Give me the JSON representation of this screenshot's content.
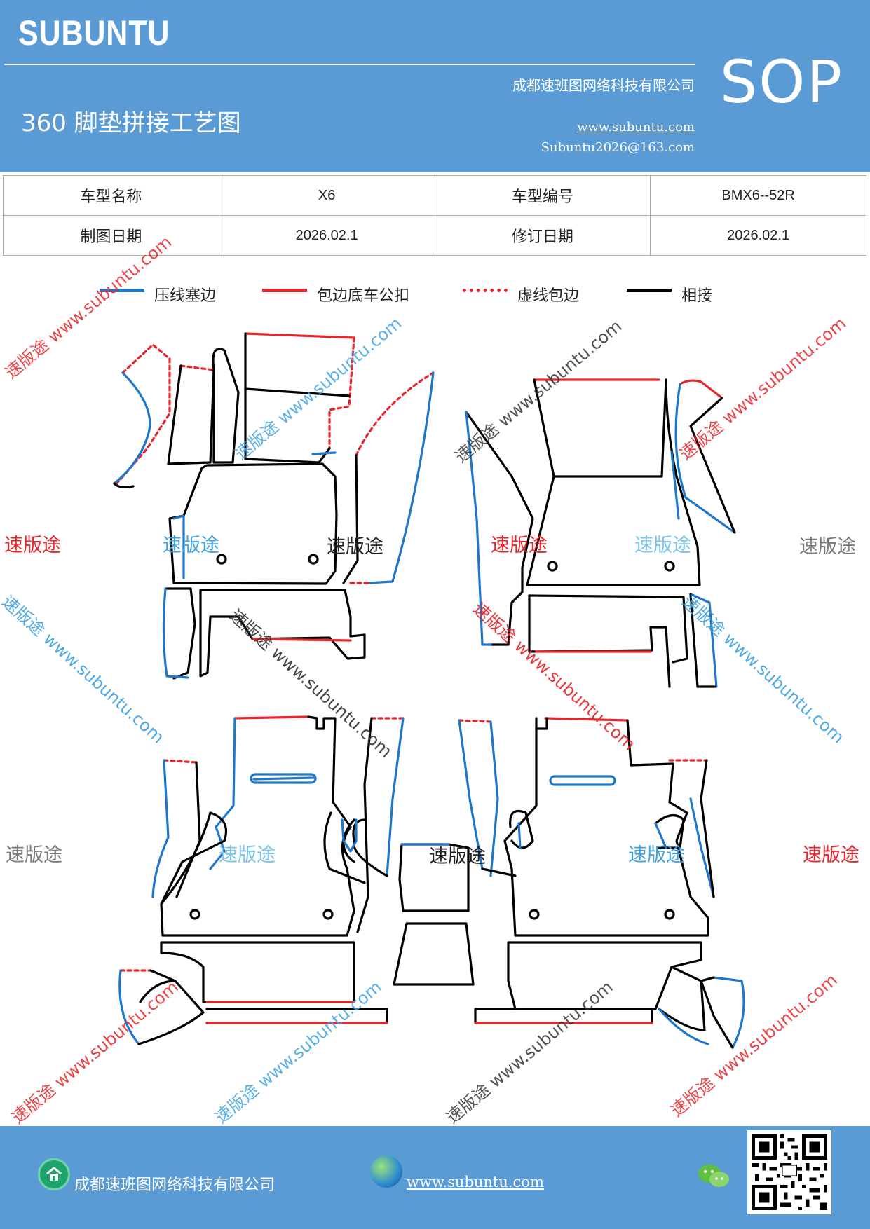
{
  "header": {
    "brand": "SUBUNTU",
    "company": "成都速班图网络科技有限公司",
    "doc_code": "SOP",
    "title": "360 脚垫拼接工艺图",
    "website": "www.subuntu.com",
    "email": "Subuntu2026@163.com"
  },
  "info_table": {
    "rows": [
      {
        "label_1": "车型名称",
        "value_1": "X6",
        "label_2": "车型编号",
        "value_2": "BMX6--52R"
      },
      {
        "label_1": "制图日期",
        "value_1": "2026.02.1",
        "label_2": "修订日期",
        "value_2": "2026.02.1"
      }
    ]
  },
  "legend": [
    {
      "label": "压线塞边",
      "color": "#1f77c9",
      "style": "solid"
    },
    {
      "label": "包边底车公扣",
      "color": "#e8252a",
      "style": "solid"
    },
    {
      "label": "虚线包边",
      "color": "#e8252a",
      "style": "dotted"
    },
    {
      "label": "相接",
      "color": "#000000",
      "style": "solid"
    }
  ],
  "watermarks": {
    "brand": "速版途",
    "site": "速版途 www.subuntu.com",
    "colors": {
      "red": "#e8252a",
      "blue": "#3fa3e0",
      "black": "#333333",
      "gray": "#7a7a7a"
    }
  },
  "footer": {
    "company": "成都速班图网络科技有限公司",
    "website": "www.subuntu.com",
    "icons": [
      "home-icon",
      "globe-icon",
      "wechat-icon",
      "qr-code"
    ]
  }
}
